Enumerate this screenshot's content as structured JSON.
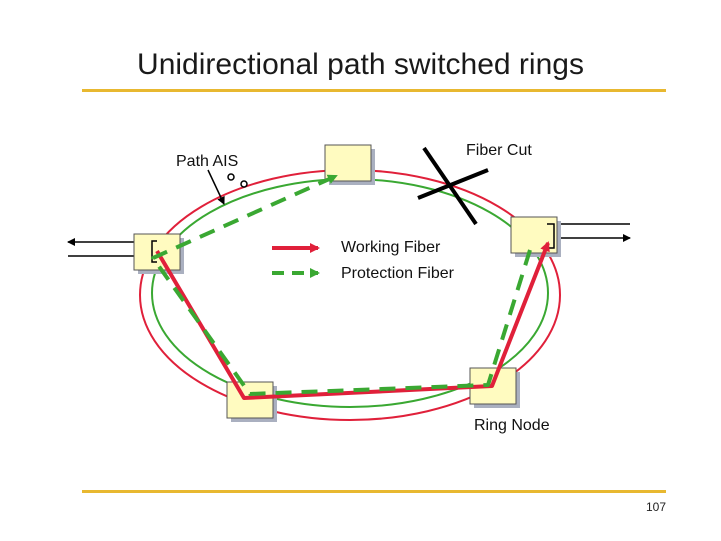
{
  "title": "Unidirectional path switched rings",
  "labels": {
    "path_ais": "Path AIS",
    "fiber_cut": "Fiber Cut",
    "ring_node": "Ring Node",
    "page_number": "107"
  },
  "legend": {
    "working": "Working Fiber",
    "protection": "Protection Fiber"
  },
  "colors": {
    "accent_rule": "#e8b830",
    "working_fiber": "#e0203a",
    "protection_fiber": "#3aa832",
    "node_fill": "#fffbc0",
    "node_shadow": "#aab0c0"
  }
}
